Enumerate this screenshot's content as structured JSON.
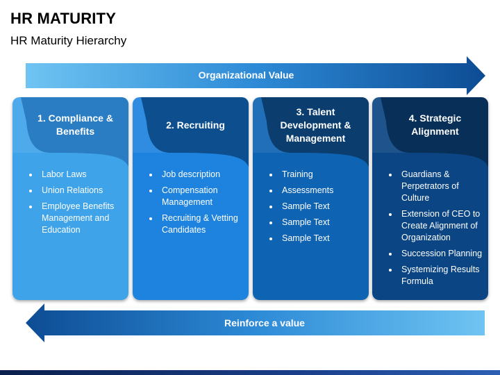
{
  "header": {
    "title": "HR MATURITY",
    "subtitle": "HR Maturity Hierarchy"
  },
  "top_arrow": {
    "label": "Organizational Value",
    "direction": "right"
  },
  "bottom_arrow": {
    "label": "Reinforce a value",
    "direction": "left"
  },
  "colors": {
    "card1": "#3fa3e9",
    "card2": "#1e83de",
    "card3": "#0f63b3",
    "card4": "#0b4583",
    "header1": "#2a7dc2",
    "header2": "#0d4f8e",
    "header3": "#0b3e6f",
    "header4": "#082f58"
  },
  "stages": [
    {
      "title": "1. Compliance & Benefits",
      "items": [
        "Labor Laws",
        "Union Relations",
        "Employee Benefits Management and Education"
      ]
    },
    {
      "title": "2. Recruiting",
      "items": [
        "Job description",
        "Compensation Management",
        "Recruiting & Vetting Candidates"
      ]
    },
    {
      "title": "3. Talent Development & Management",
      "items": [
        "Training",
        "Assessments",
        "Sample Text",
        "Sample Text",
        "Sample Text"
      ]
    },
    {
      "title": "4. Strategic Alignment",
      "items": [
        "Guardians & Perpetrators of Culture",
        "Extension of CEO to Create Alignment of Organization",
        "Succession Planning",
        "Systemizing Results Formula"
      ]
    }
  ]
}
